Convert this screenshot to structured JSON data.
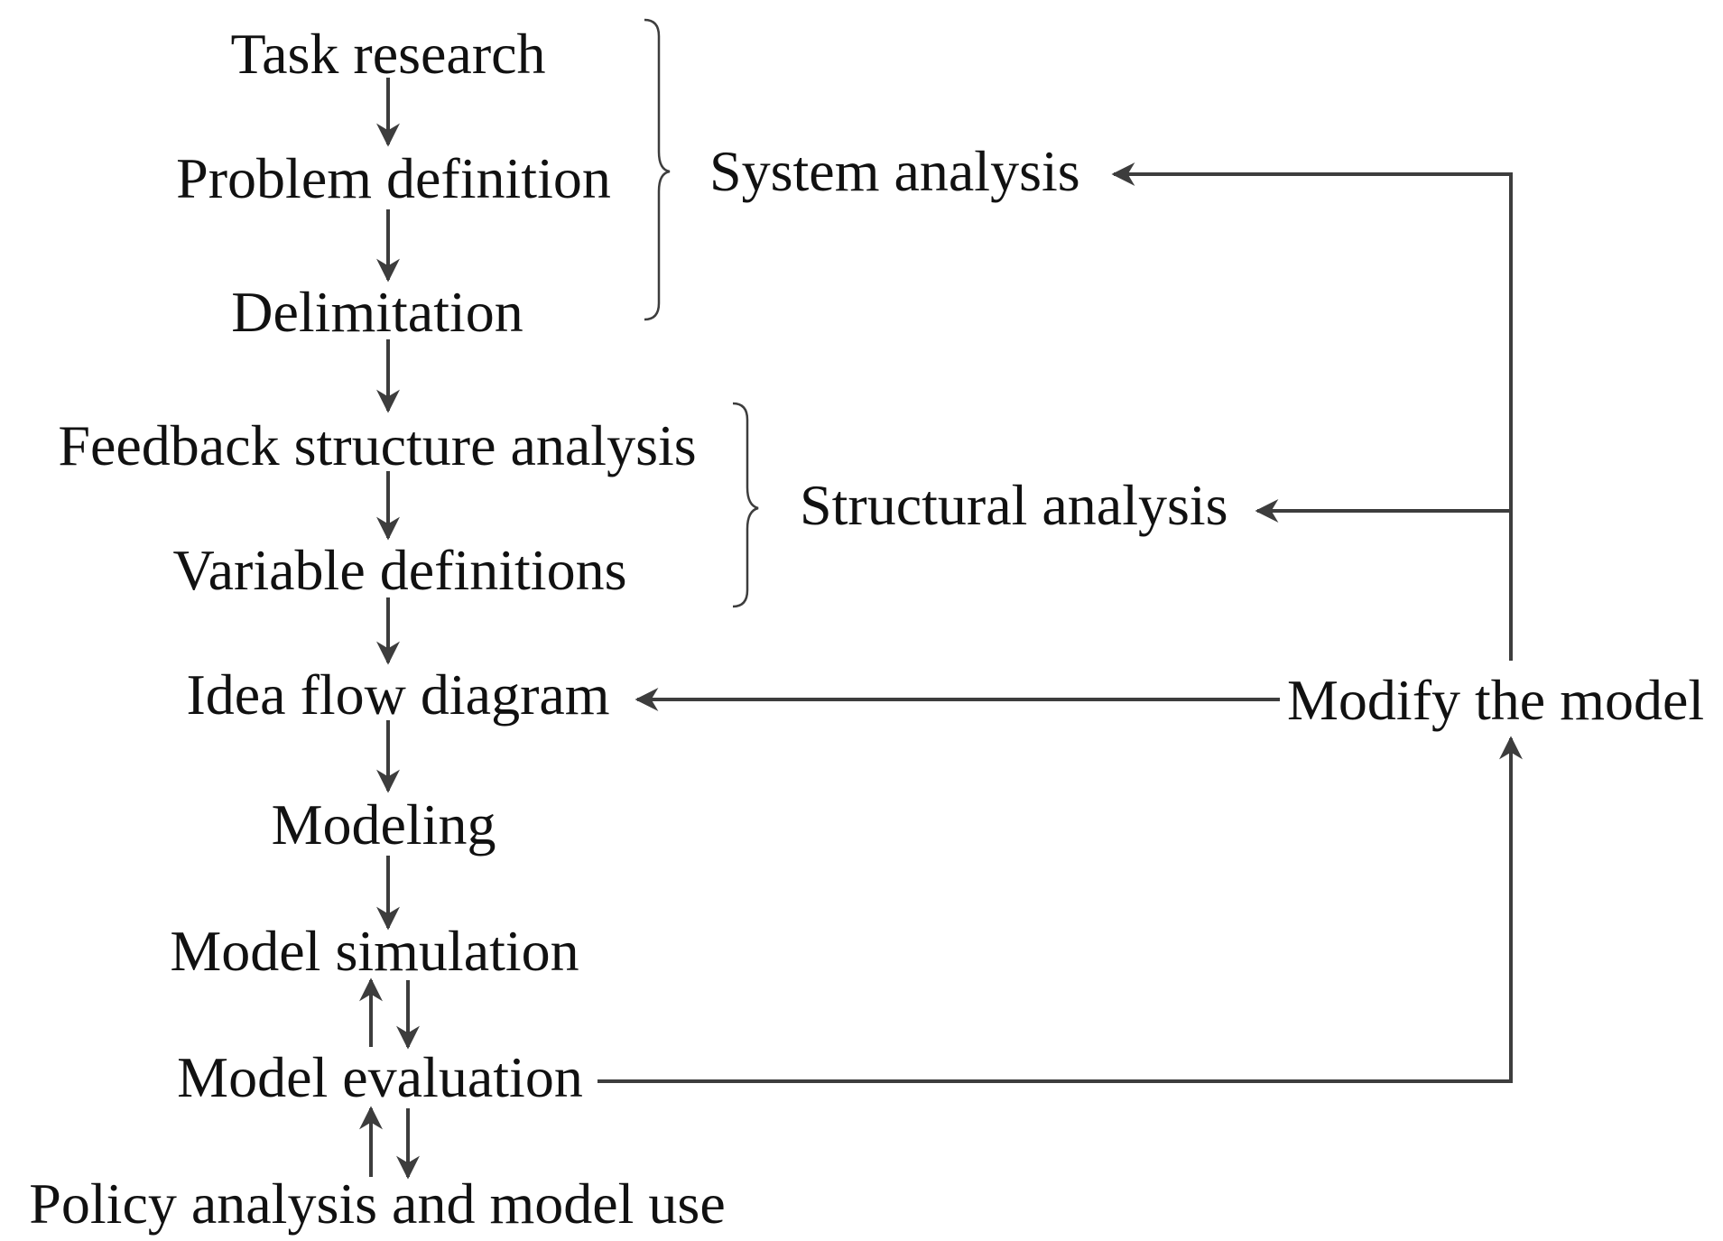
{
  "diagram": {
    "steps": [
      {
        "id": "task_research",
        "label": "Task research"
      },
      {
        "id": "problem_definition",
        "label": "Problem definition"
      },
      {
        "id": "delimitation",
        "label": "Delimitation"
      },
      {
        "id": "feedback_structure_analysis",
        "label": "Feedback structure analysis"
      },
      {
        "id": "variable_definitions",
        "label": "Variable definitions"
      },
      {
        "id": "idea_flow_diagram",
        "label": "Idea flow diagram"
      },
      {
        "id": "modeling",
        "label": "Modeling"
      },
      {
        "id": "model_simulation",
        "label": "Model simulation"
      },
      {
        "id": "model_evaluation",
        "label": "Model evaluation"
      },
      {
        "id": "policy_analysis",
        "label": "Policy analysis and model use"
      }
    ],
    "groups": {
      "system_analysis": "System analysis",
      "structural_analysis": "Structural analysis"
    },
    "modify": "Modify the model"
  }
}
